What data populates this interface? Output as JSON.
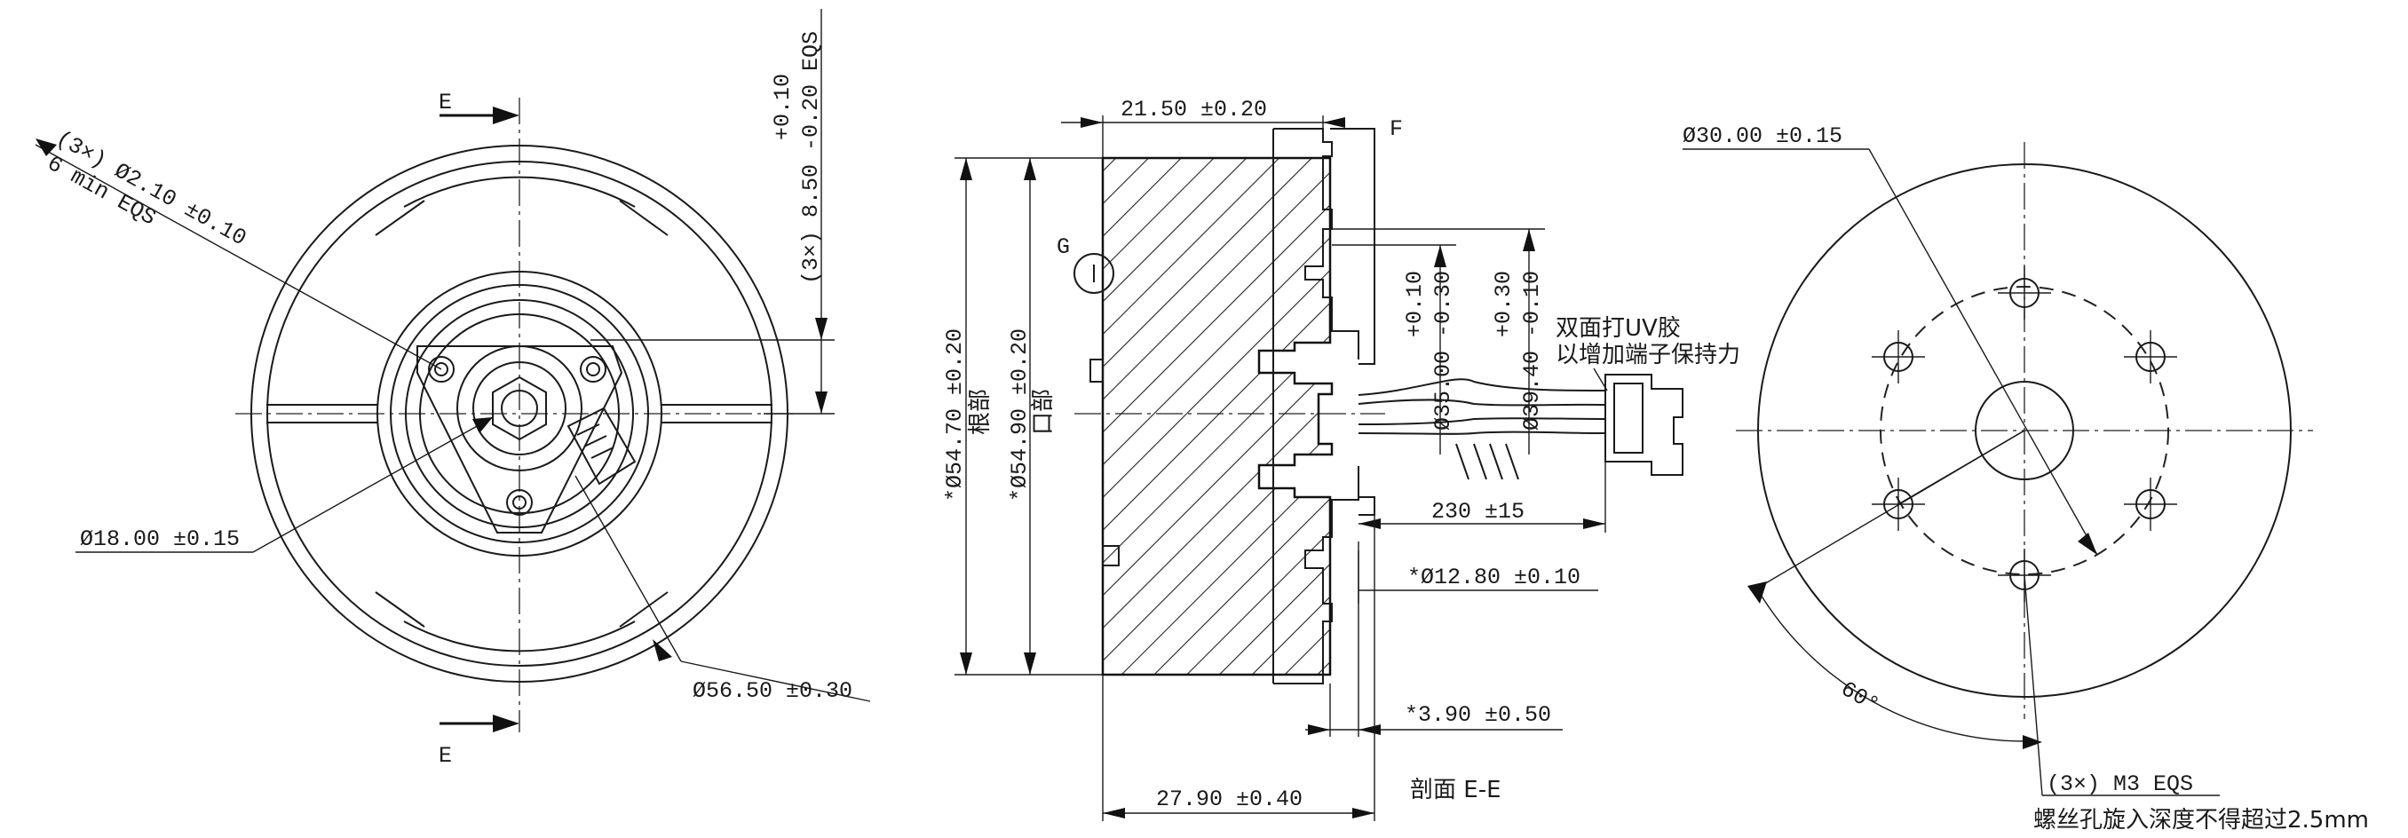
{
  "left_view": {
    "section_mark_top": "E",
    "section_mark_bottom": "E",
    "hole_note_line1": "(3×) Ø2.10 ±0.10",
    "hole_note_line2": "6 min EQS",
    "depth_note": "(3×) 8.50 -0.20 EQS",
    "depth_tol_upper": "+0.10",
    "dia_18": "Ø18.00 ±0.15",
    "dia_56": "Ø56.50 ±0.30"
  },
  "section_view": {
    "dim_top": "21.50 ±0.20",
    "label_f": "F",
    "label_g": "G",
    "dia_54_70": "*Ø54.70 ±0.20",
    "label_root": "根部",
    "dia_54_90": "*Ø54.90 ±0.20",
    "label_mouth": "口部",
    "dia_35": "Ø35.00 -0.30",
    "dia_35_tol_upper": "+0.10",
    "dia_39": "Ø39.40 -0.10",
    "dia_39_tol_upper": "+0.30",
    "glue_note_line1": "双面打UV胶",
    "glue_note_line2": "以增加端子保持力",
    "cable_length": "230 ±15",
    "dia_12": "*Ø12.80 ±0.10",
    "dim_3_90": "*3.90 ±0.50",
    "dim_bottom": "27.90 ±0.40",
    "section_title": "剖面 E-E"
  },
  "right_view": {
    "pcd": "Ø30.00 ±0.15",
    "angle": "60°",
    "thread_note": "(3×) M3 EQS",
    "thread_depth_note": "螺丝孔旋入深度不得超过2.5mm"
  }
}
